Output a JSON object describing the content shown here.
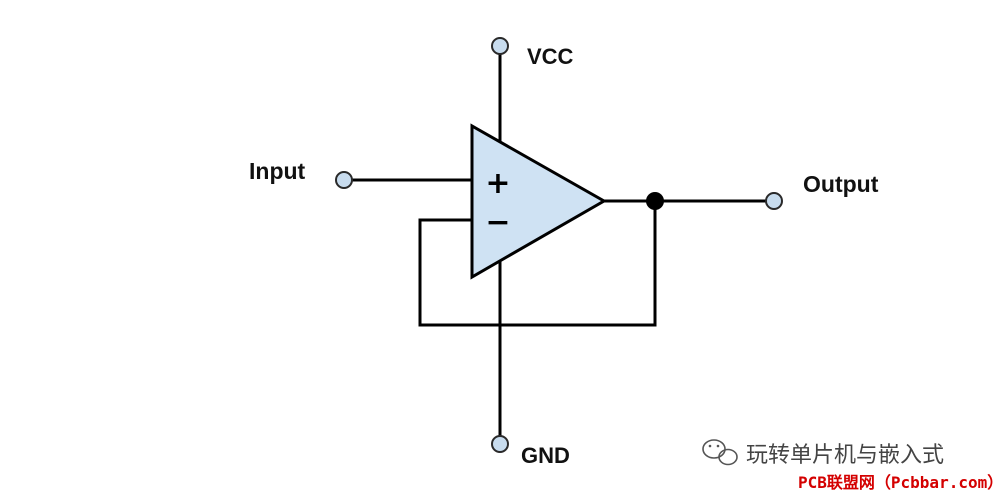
{
  "labels": {
    "vcc": "VCC",
    "gnd": "GND",
    "input": "Input",
    "output": "Output",
    "plus": "+",
    "minus": "−"
  },
  "colors": {
    "amp_fill": "#cfe2f3",
    "terminal_fill": "#c8dcee",
    "wire": "#000000",
    "watermark_site": "#d40000"
  },
  "watermark": {
    "account": "玩转单片机与嵌入式",
    "site": "PCB联盟网（Pcbbar.com）",
    "icon": "wechat-icon"
  }
}
